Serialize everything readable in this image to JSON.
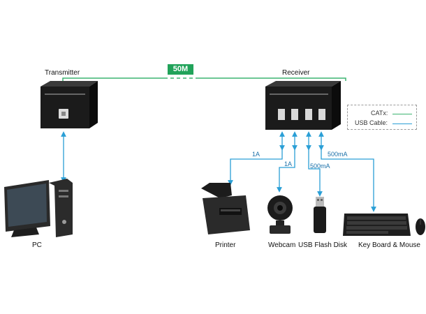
{
  "title_distance": "50M",
  "transmitter": {
    "label": "Transmitter"
  },
  "receiver": {
    "label": "Receiver"
  },
  "pc": {
    "label": "PC"
  },
  "devices": [
    {
      "label": "Printer",
      "current": "1A"
    },
    {
      "label": "Webcam",
      "current": "1A"
    },
    {
      "label": "USB Flash Disk",
      "current": "500mA"
    },
    {
      "label": "Key Board & Mouse",
      "current": "500mA"
    }
  ],
  "legend": {
    "catx": {
      "label": "CATx:",
      "color": "#3cb371"
    },
    "usb": {
      "label": "USB  Cable:",
      "color": "#2a9fd6"
    }
  },
  "colors": {
    "cat_cable": "#3cb371",
    "usb_cable": "#2a9fd6",
    "device_body": "#1b1b1b"
  }
}
